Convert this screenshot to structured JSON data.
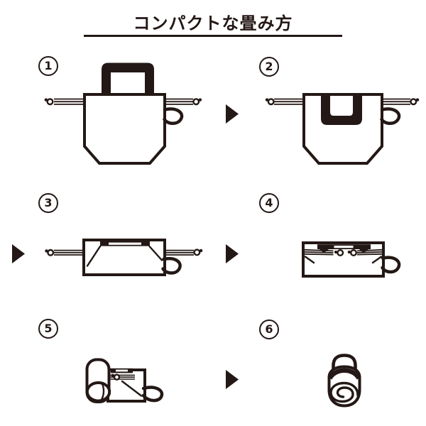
{
  "header": {
    "title": "コンパクトな畳み方"
  },
  "steps": [
    {
      "number": "1"
    },
    {
      "number": "2"
    },
    {
      "number": "3"
    },
    {
      "number": "4"
    },
    {
      "number": "5"
    },
    {
      "number": "6"
    }
  ],
  "icons": {
    "step_arrow": "▶"
  },
  "colors": {
    "line": "#231815",
    "background": "#ffffff"
  }
}
